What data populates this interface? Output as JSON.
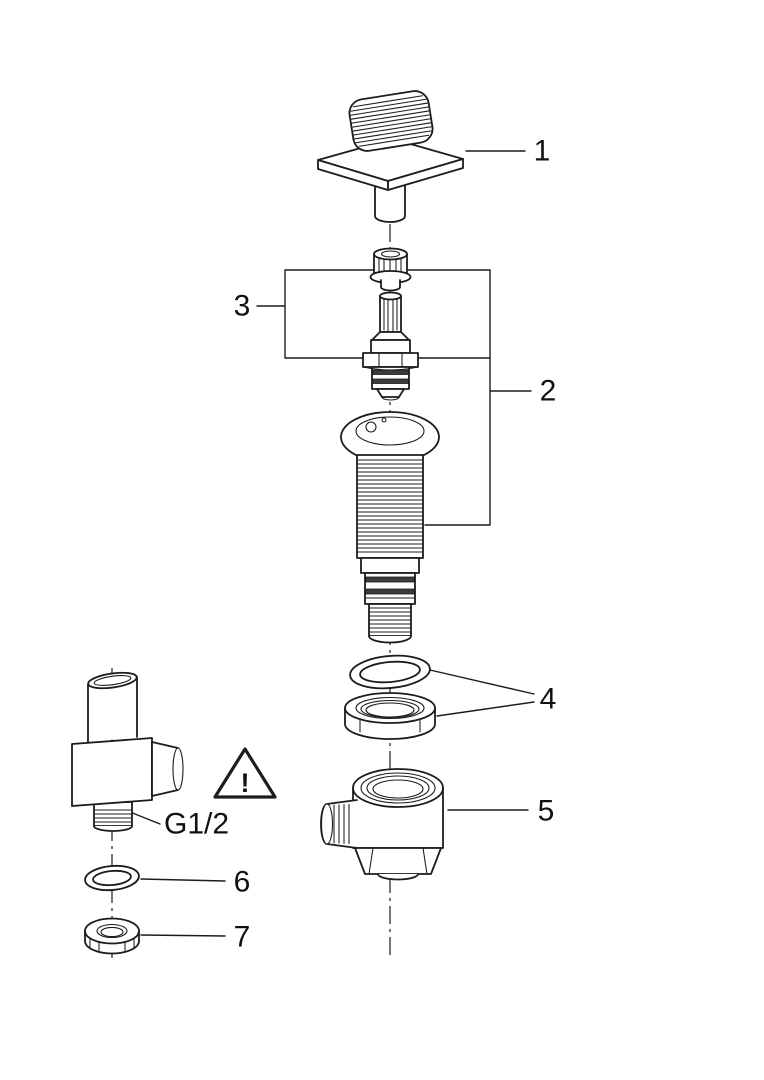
{
  "diagram": {
    "background_color": "#ffffff",
    "line_color": "#1c1c1c",
    "labels": {
      "part1": "1",
      "part2": "2",
      "part3": "3",
      "part4": "4",
      "part5": "5",
      "part6": "6",
      "part7": "7"
    },
    "annotations": {
      "thread_size": "G1/2",
      "warning": "!"
    }
  }
}
